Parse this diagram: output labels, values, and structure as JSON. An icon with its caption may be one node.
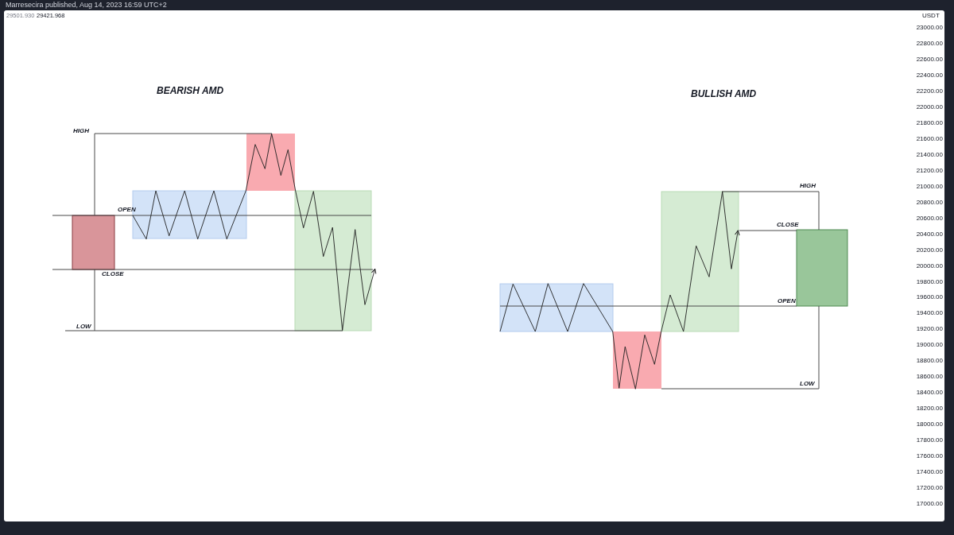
{
  "diagram": {
    "labels": [
      "Marresecira published, Aug 14, 2023 16:59 UTC+2",
      "29501.930",
      "29421.968",
      "USDT",
      "23000.00",
      "22800.00",
      "22600.00",
      "22400.00",
      "22200.00",
      "22000.00",
      "21800.00",
      "21600.00",
      "21400.00",
      "21200.00",
      "21000.00",
      "20800.00",
      "20600.00",
      "20400.00",
      "20200.00",
      "20000.00",
      "19800.00",
      "19600.00",
      "19400.00",
      "19200.00",
      "19000.00",
      "18800.00",
      "18600.00",
      "18400.00",
      "18200.00",
      "18000.00",
      "17800.00",
      "17600.00",
      "17400.00",
      "17200.00",
      "17000.00",
      "BEARISH AMD",
      "HIGH",
      "OPEN",
      "CLOSE",
      "LOW",
      "BULLISH AMD",
      "HIGH",
      "CLOSE",
      "OPEN",
      "LOW"
    ]
  }
}
